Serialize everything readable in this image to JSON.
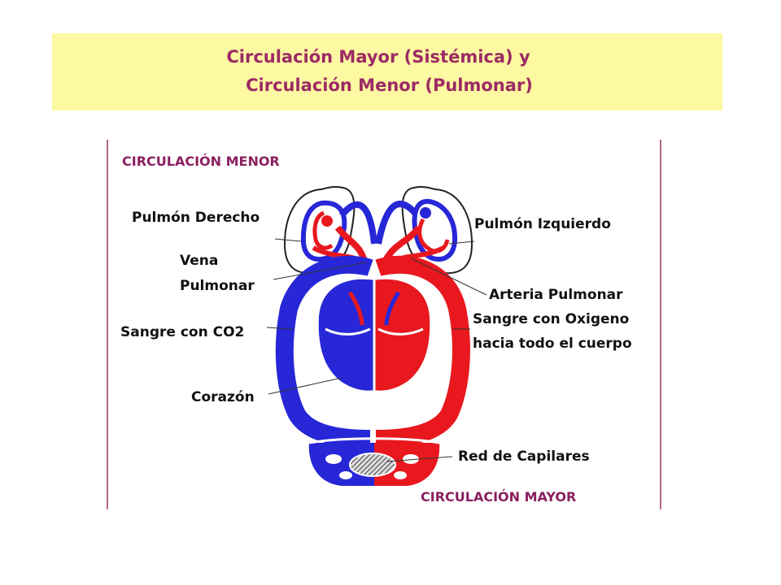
{
  "title": {
    "line1": "Circulación Mayor (Sistémica) y",
    "line2": "Circulación Menor (Pulmonar)"
  },
  "diagram": {
    "section_top": "CIRCULACIÓN MENOR",
    "section_bottom": "CIRCULACIÓN MAYOR",
    "labels": {
      "pulmon_derecho": "Pulmón Derecho",
      "pulmon_izquierdo": "Pulmón Izquierdo",
      "vena_line1": "Vena",
      "vena_line2": "Pulmonar",
      "arteria_pulmonar": "Arteria Pulmonar",
      "sangre_co2": "Sangre con CO2",
      "sangre_oxigeno_line1": "Sangre con Oxigeno",
      "sangre_oxigeno_line2": "hacia todo el cuerpo",
      "corazon": "Corazón",
      "red_capilares": "Red de Capilares"
    },
    "colors": {
      "oxygenated": "#e8181e",
      "deoxygenated": "#2727d8",
      "banner": "#fdf8a2",
      "title": "#9c2a63",
      "section": "#8a2060"
    }
  }
}
